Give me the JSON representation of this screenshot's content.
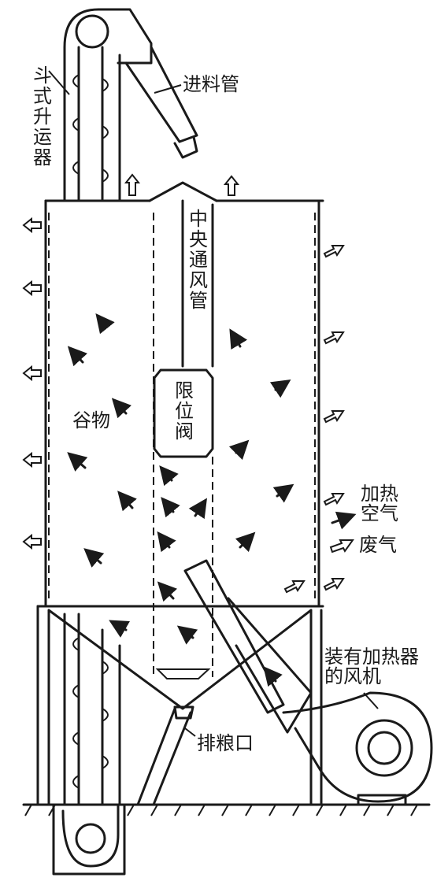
{
  "labels": {
    "bucket_elevator": "斗式升运器",
    "feed_pipe": "进料管",
    "central_duct": "中央通风管",
    "limit_valve": "限位阀",
    "grain": "谷物",
    "heated_air": "加热空气",
    "exhaust": "废气",
    "fan_with_heater": "装有加热器的风机",
    "discharge_port": "排粮口"
  },
  "colors": {
    "ink": "#1a1a1a",
    "paper": "#ffffff"
  }
}
